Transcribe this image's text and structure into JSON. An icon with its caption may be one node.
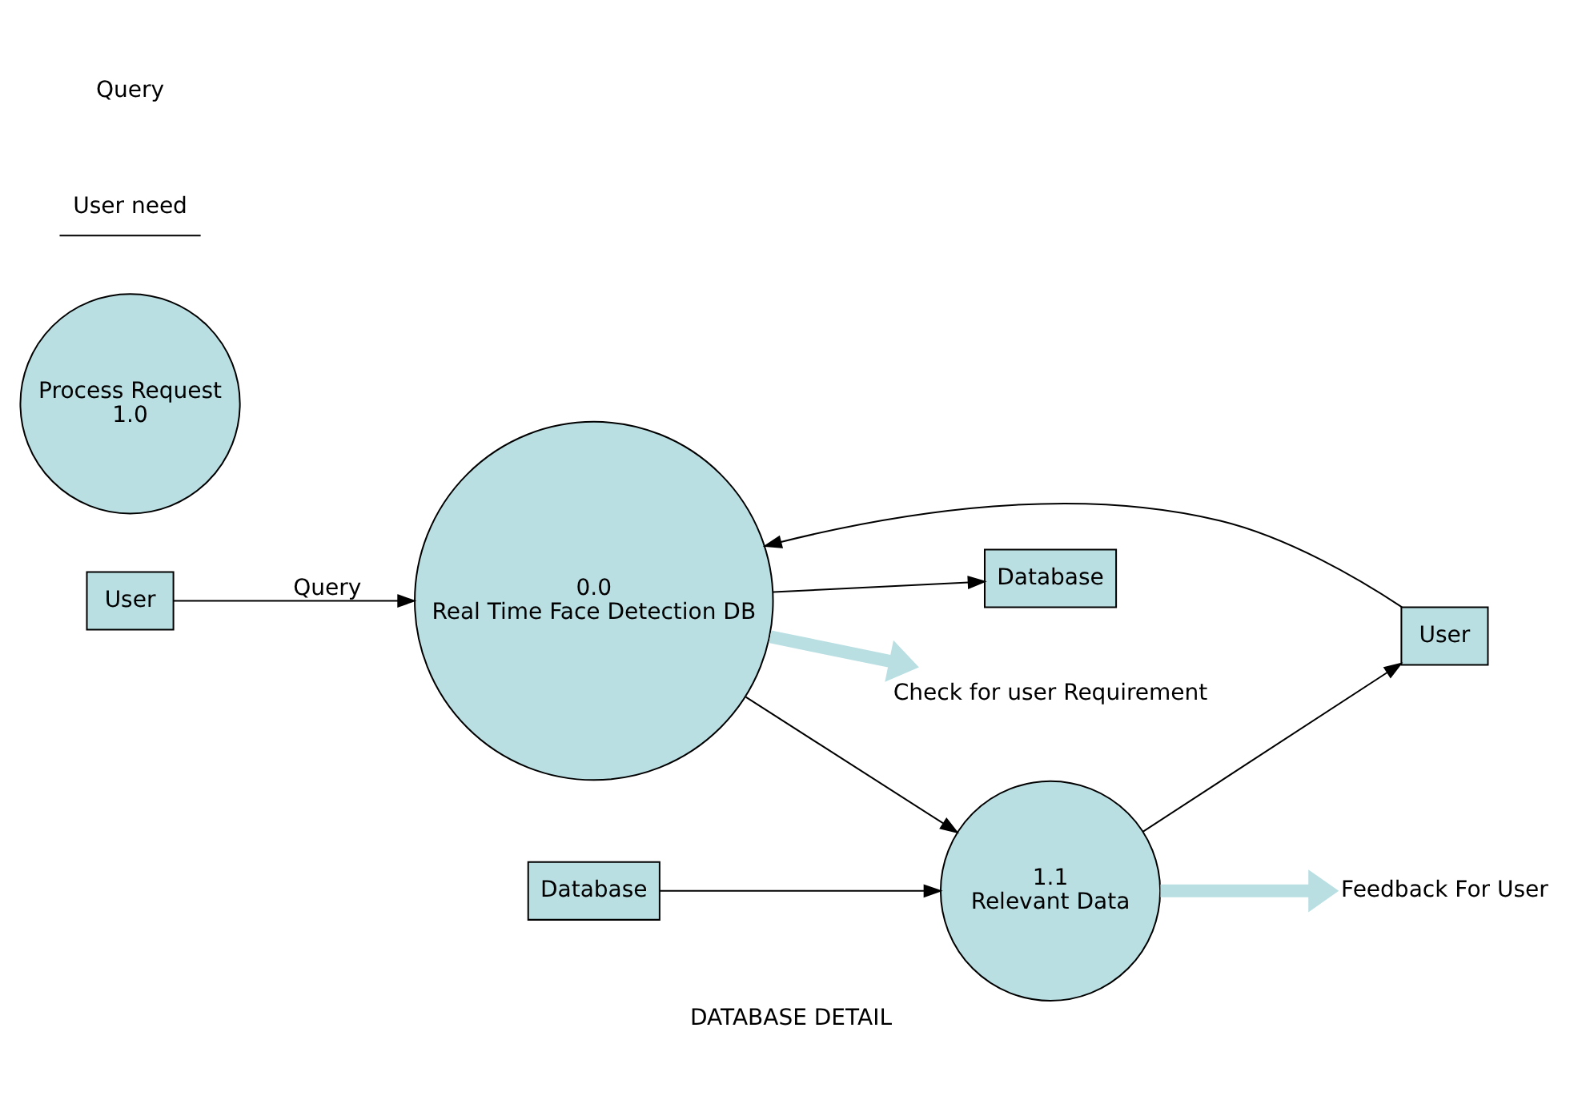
{
  "diagram": {
    "caption": "DATABASE DETAIL",
    "nodes": [
      {
        "text": [
          "User"
        ]
      },
      {
        "text": [
          "Process Request",
          "1.0"
        ]
      },
      {
        "text": [
          "0.0",
          "Real Time Face Detection DB"
        ]
      },
      {
        "text": [
          "User"
        ]
      },
      {
        "text": [
          "Database"
        ]
      },
      {
        "text": [
          "1.1",
          "Relevant Data"
        ]
      },
      {
        "text": [
          "Database"
        ]
      },
      {
        "text": [
          "Check for user Requirement"
        ]
      },
      {
        "text": [
          "Feedback For User"
        ]
      },
      {
        "text": [
          "User need"
        ]
      }
    ],
    "edges": [
      {
        "from": 0,
        "to": 2,
        "arrow": "to",
        "label": "Query"
      },
      {
        "from": 3,
        "to": 2,
        "arrow": "to"
      },
      {
        "from": 2,
        "to": 4,
        "arrow": "to"
      },
      {
        "from": 2,
        "to": 5,
        "arrow": "to"
      },
      {
        "from": 5,
        "to": 3,
        "arrow": "to"
      },
      {
        "from": 6,
        "to": 5,
        "arrow": "to"
      },
      {
        "from": 2,
        "to": 7,
        "arrow": "to",
        "style": "thick",
        "color": "#b9dfe3"
      },
      {
        "from": 5,
        "to": 8,
        "arrow": "to",
        "style": "thick",
        "color": "#b9dfe3"
      }
    ],
    "labels": [
      "Query"
    ]
  }
}
